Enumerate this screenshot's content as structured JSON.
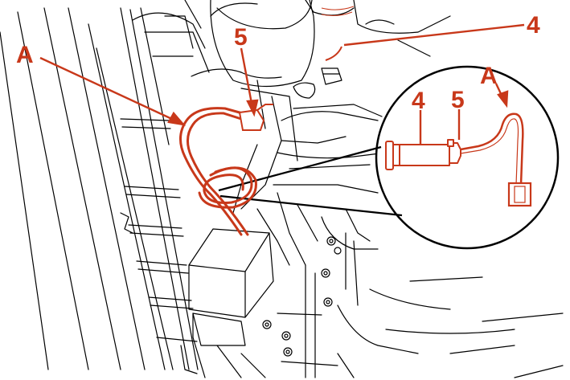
{
  "figure": {
    "callouts": {
      "a_main": "A",
      "five_main": "5",
      "four_main": "4",
      "a_inset": "A",
      "four_inset": "4",
      "five_inset": "5"
    },
    "colors": {
      "accent": "#c8381a",
      "line": "#000000",
      "background": "#ffffff"
    }
  }
}
